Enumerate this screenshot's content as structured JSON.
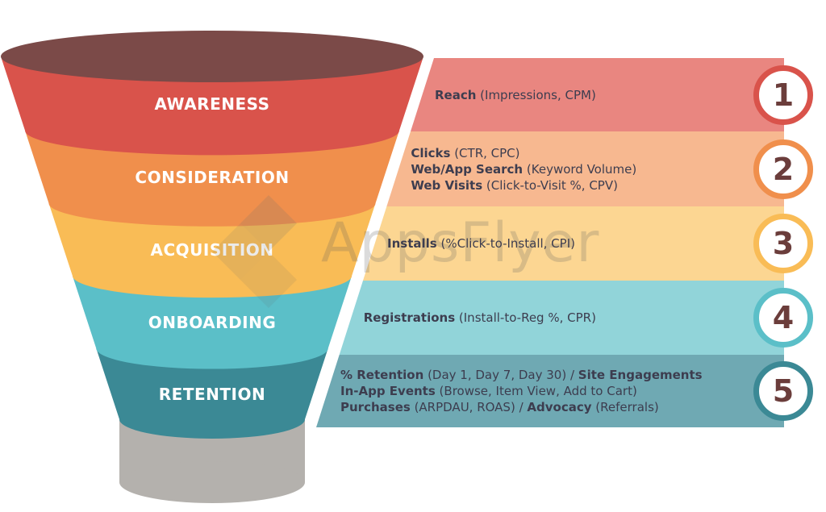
{
  "stages": [
    {
      "label": "AWARENESS",
      "color": "#d9534b",
      "panel_color": "#e98680",
      "badge_color": "#d9534b",
      "number": "1",
      "lines": [
        [
          {
            "b": "Reach",
            "t": " (Impressions, CPM)"
          }
        ]
      ]
    },
    {
      "label": "CONSIDERATION",
      "color": "#f08f4c",
      "panel_color": "#f7b890",
      "badge_color": "#f08f4c",
      "number": "2",
      "lines": [
        [
          {
            "b": "Clicks",
            "t": " (CTR, CPC)"
          }
        ],
        [
          {
            "b": "Web/App Search",
            "t": " (Keyword Volume)"
          }
        ],
        [
          {
            "b": "Web Visits",
            "t": " (Click-to-Visit %, CPV)"
          }
        ]
      ]
    },
    {
      "label": "ACQUISITION",
      "color": "#f9bc56",
      "panel_color": "#fcd692",
      "badge_color": "#f9bc56",
      "number": "3",
      "lines": [
        [
          {
            "b": "Installs",
            "t": " (%Click-to-Install, CPI)"
          }
        ]
      ]
    },
    {
      "label": "ONBOARDING",
      "color": "#5bbfc8",
      "panel_color": "#91d4d9",
      "badge_color": "#5bbfc8",
      "number": "4",
      "lines": [
        [
          {
            "b": "Registrations",
            "t": " (Install-to-Reg %, CPR)"
          }
        ]
      ]
    },
    {
      "label": "RETENTION",
      "color": "#3b8995",
      "panel_color": "#6fa9b3",
      "badge_color": "#3b8995",
      "number": "5",
      "lines": [
        [
          {
            "b": "% Retention",
            "t": " (Day 1, Day 7, Day 30) / "
          },
          {
            "b": "Site Engagements",
            "t": ""
          }
        ],
        [
          {
            "b": "In-App Events",
            "t": " (Browse, Item View, Add to Cart)"
          }
        ],
        [
          {
            "b": "Purchases",
            "t": " (ARPDAU, ROAS) / "
          },
          {
            "b": "Advocacy",
            "t": " (Referrals)"
          }
        ]
      ]
    }
  ],
  "funnel_top_color": "#7b4a48",
  "stem_color": "#b4b1ad",
  "watermark": {
    "text": "AppsFlyer"
  }
}
